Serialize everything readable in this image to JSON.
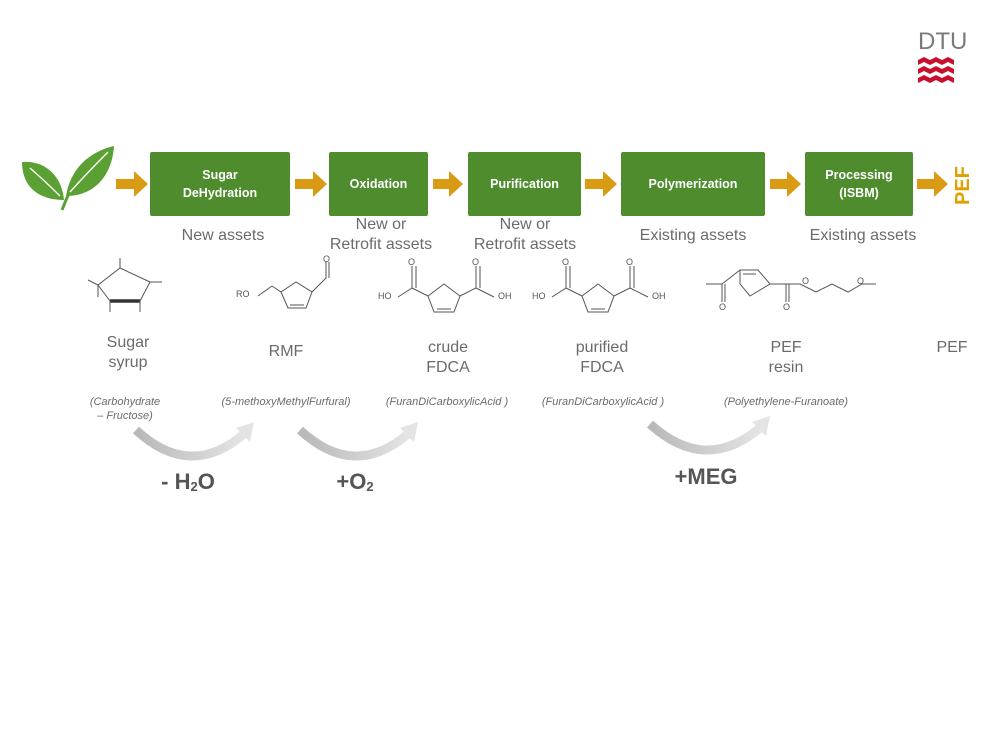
{
  "logo": {
    "text": "DTU",
    "bar_color": "#c8102e"
  },
  "colors": {
    "step_fill": "#4e8c2e",
    "arrow": "#d99a14",
    "output_text": "#e0a000",
    "leaf": "#5aa032"
  },
  "steps": [
    {
      "label": "Sugar\nDeHydration",
      "assets": "New assets"
    },
    {
      "label": "Oxidation",
      "assets": "New or\nRetrofit assets"
    },
    {
      "label": "Purification",
      "assets": "New or\nRetrofit assets"
    },
    {
      "label": "Polymerization",
      "assets": "Existing  assets"
    },
    {
      "label": "Processing\n(ISBM)",
      "assets": "Existing  assets"
    }
  ],
  "output": "PEF",
  "compounds": [
    {
      "name": "Sugar\nsyrup",
      "full": "(Carbohydrate\n– Fructose)"
    },
    {
      "name": "RMF",
      "full": "(5-methoxyMethylFurfural)"
    },
    {
      "name": "crude\nFDCA",
      "full": "(FuranDiCarboxylicAcid )"
    },
    {
      "name": "purified\nFDCA",
      "full": "(FuranDiCarboxylicAcid )"
    },
    {
      "name": "PEF\nresin",
      "full": "(Polyethylene-Furanoate)"
    },
    {
      "name": "PEF",
      "full": ""
    }
  ],
  "structure_labels": {
    "rmf_ro": "RO",
    "ho": "HO",
    "oh": "OH",
    "o": "O"
  },
  "reactions": [
    {
      "pre": "- H",
      "sub": "2",
      "post": "O"
    },
    {
      "pre": "+O",
      "sub": "2",
      "post": ""
    },
    {
      "pre": "+MEG",
      "sub": "",
      "post": ""
    }
  ]
}
